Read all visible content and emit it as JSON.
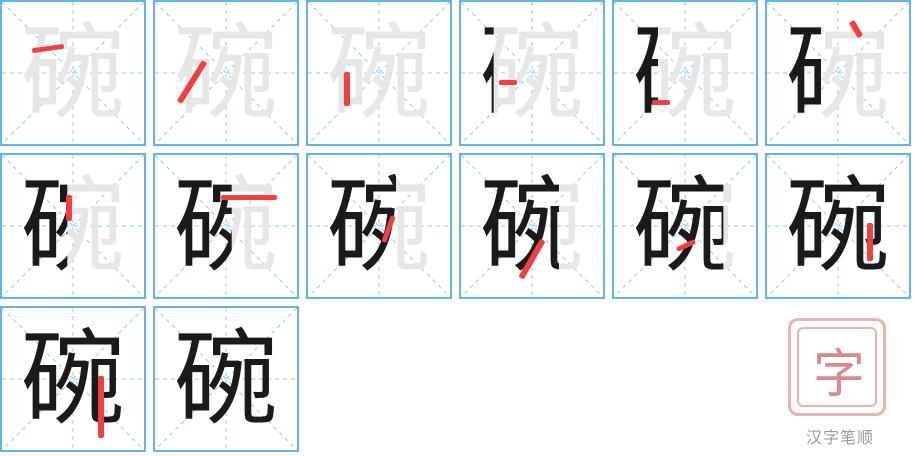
{
  "character": "碗",
  "total_strokes": 13,
  "brand": {
    "name": "汉字笔顺",
    "logo_char": "字"
  },
  "colors": {
    "grid_border": "#63b4ea",
    "highlight": "#f04040",
    "ghost": "#e6e6e6",
    "ink": "#1a1a1a"
  },
  "cells": [
    {
      "step": 1
    },
    {
      "step": 2
    },
    {
      "step": 3
    },
    {
      "step": 4
    },
    {
      "step": 5
    },
    {
      "step": 6
    },
    {
      "step": 7
    },
    {
      "step": 8
    },
    {
      "step": 9
    },
    {
      "step": 10
    },
    {
      "step": 11
    },
    {
      "step": 12
    },
    {
      "step": 13
    },
    {
      "step": 14
    }
  ]
}
